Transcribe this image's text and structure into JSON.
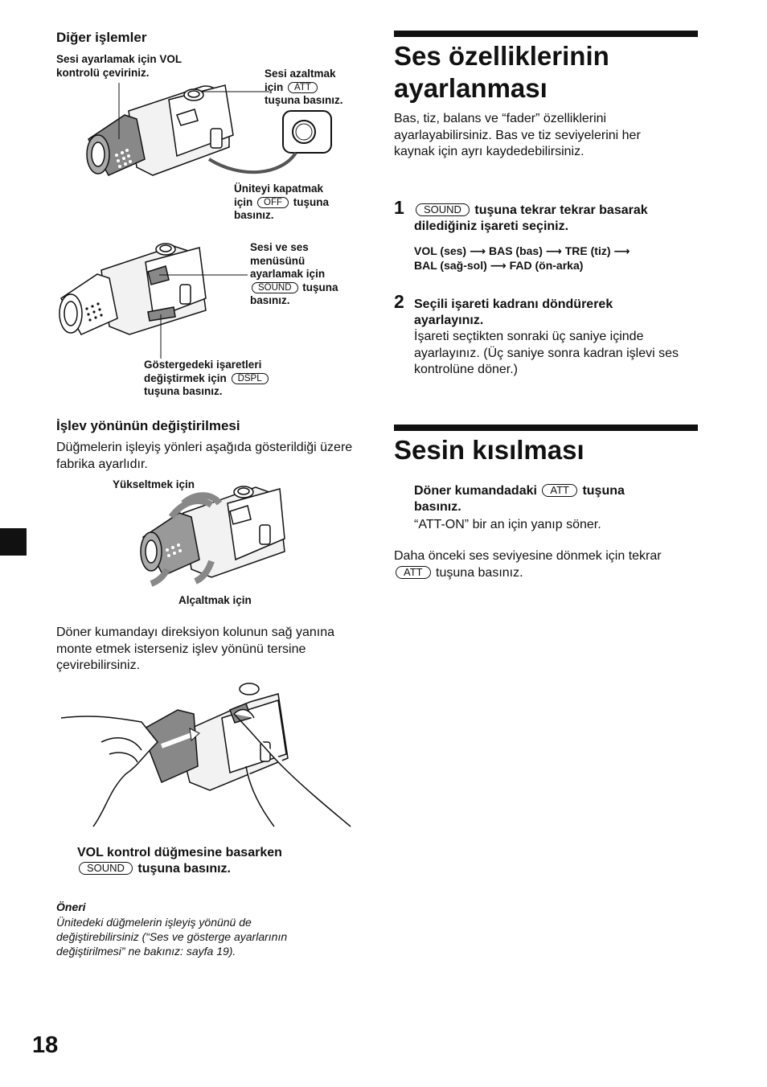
{
  "left": {
    "diger_heading": "Diğer işlemler",
    "lbl_vol_turn": "Sesi ayarlamak için VOL kontrolü çeviriniz.",
    "lbl_att_1": "Sesi azaltmak",
    "lbl_att_2": "için",
    "lbl_att_btn": "ATT",
    "lbl_att_3": "tuşuna basınız.",
    "lbl_off_1": "Üniteyi kapatmak",
    "lbl_off_2": "için",
    "lbl_off_btn": "OFF",
    "lbl_off_3": "tuşuna",
    "lbl_off_4": "basınız.",
    "lbl_sound_1": "Sesi ve ses",
    "lbl_sound_2": "menüsünü",
    "lbl_sound_3": "ayarlamak için",
    "lbl_sound_btn": "SOUND",
    "lbl_sound_4": "tuşuna",
    "lbl_sound_5": "basınız.",
    "lbl_dspl_1": "Göstergedeki işaretleri",
    "lbl_dspl_2": "değiştirmek için",
    "lbl_dspl_btn": "DSPL",
    "lbl_dspl_3": "tuşuna basınız.",
    "islev_heading": "İşlev yönünün değiştirilmesi",
    "islev_text": "Düğmelerin işleyiş yönleri aşağıda gösterildiği üzere fabrika ayarlıdır.",
    "lbl_up": "Yükseltmek için",
    "lbl_down": "Alçaltmak için",
    "reverse_text": "Döner kumandayı direksiyon kolunun sağ yanına monte etmek isterseniz işlev yönünü tersine çevirebilirsiniz.",
    "vol_instr_1": "VOL kontrol düğmesine basarken",
    "vol_instr_btn": "SOUND",
    "vol_instr_2": "tuşuna basınız.",
    "tip_title": "Öneri",
    "tip_text": "Ünitedeki düğmelerin işleyiş yönünü de değiştirebilirsiniz (“Ses ve gösterge ayarlarının değiştirilmesi” ne bakınız: sayfa 19)."
  },
  "right": {
    "title1_line1": "Ses özelliklerinin",
    "title1_line2": "ayarlanması",
    "intro": "Bas, tiz, balans ve “fader” özelliklerini ayarlayabilirsiniz. Bas ve tiz seviyelerini her kaynak için ayrı kaydedebilirsiniz.",
    "step1_num": "1",
    "step1_btn": "SOUND",
    "step1_text_a": "tuşuna tekrar tekrar basarak",
    "step1_text_b": "dilediğiniz işareti seçiniz.",
    "seq_1": "VOL (ses)",
    "seq_2": "BAS (bas)",
    "seq_3": "TRE (tiz)",
    "seq_4": "BAL (sağ-sol)",
    "seq_5": "FAD (ön-arka)",
    "step2_num": "2",
    "step2_bold": "Seçili işareti kadranı döndürerek ayarlayınız.",
    "step2_text": "İşareti seçtikten sonraki üç saniye içinde ayarlayınız. (Üç saniye sonra kadran işlevi ses kontrolüne döner.)",
    "title2": "Sesin kısılması",
    "mute_bold_a": "Döner kumandadaki",
    "mute_btn": "ATT",
    "mute_bold_b": "tuşuna",
    "mute_bold_c": "basınız.",
    "mute_text": "“ATT-ON” bir an için yanıp söner.",
    "restore_a": "Daha önceki ses seviyesine dönmek için tekrar",
    "restore_btn": "ATT",
    "restore_b": "tuşuna basınız."
  },
  "page_number": "18"
}
